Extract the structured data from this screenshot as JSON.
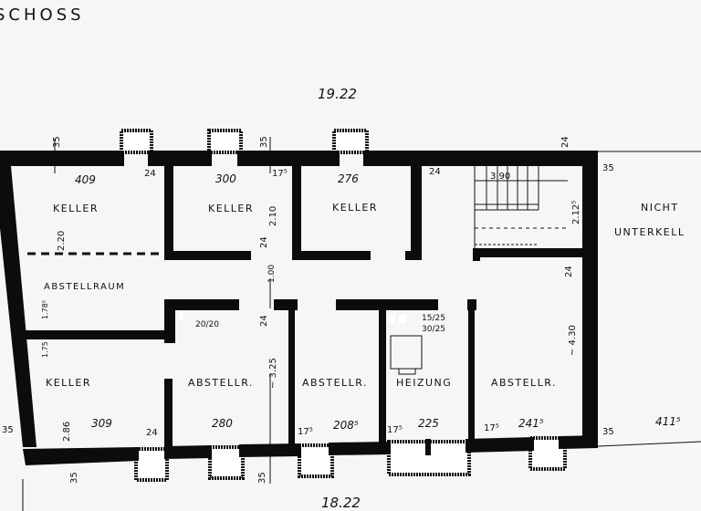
{
  "title": "SCHOSS",
  "dimensions": {
    "top_total": "19.22",
    "bottom_total": "18.22",
    "top_wall_left": "35",
    "top_wall_mid": "35",
    "top_wall_right": "24",
    "right_outer": "35",
    "keller1_width": "409",
    "keller1_wall": "24",
    "keller1_height": "2.20",
    "keller2_width": "300",
    "keller2_wall": "17⁵",
    "keller2_height": "2.10",
    "keller3_width": "276",
    "corridor_wall": "24",
    "corridor_width": "1.00",
    "corridor_wall2": "24",
    "stair_wall": "24",
    "stair_width": "3.90",
    "stair_height": "2.12⁵",
    "stair_wall2": "24",
    "abstellraum_height": "1.78⁵",
    "keller4_upper": "1.75",
    "chimney1": "20/20",
    "chimney2a": "15/25",
    "chimney2b": "30/25",
    "lower_height": "~ 3.25",
    "right_height": "~ 4.30",
    "left_outer": "35",
    "keller4_height": "2.86",
    "keller4_width": "309",
    "wall_a": "24",
    "abstell1_width": "280",
    "wall_b": "17⁵",
    "abstell2_width": "208⁵",
    "wall_c": "17⁵",
    "heizung_width": "225",
    "wall_d": "17⁵",
    "abstell3_width": "241⁵",
    "right_outer_bottom": "35",
    "bottom_wall_left": "35",
    "bottom_wall_mid": "35",
    "outside_width": "411⁵"
  },
  "rooms": {
    "keller1": "KELLER",
    "keller2": "KELLER",
    "keller3": "KELLER",
    "abstellraum": "ABSTELLRAUM",
    "keller4": "KELLER",
    "abstell1": "ABSTELLR.",
    "abstell2": "ABSTELLR.",
    "heizung": "HEIZUNG",
    "abstell3": "ABSTELLR.",
    "nicht": "NICHT",
    "unterkellert": "UNTERKELL"
  }
}
